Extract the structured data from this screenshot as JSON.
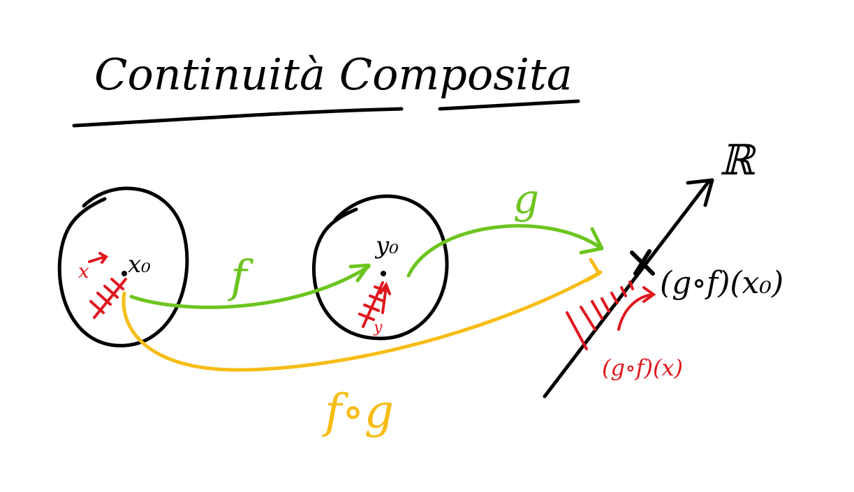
{
  "title": "Continuità Composita",
  "colors": {
    "ink": "#000000",
    "f_arrow": "#6cc51f",
    "g_arrow": "#6cc51f",
    "composite_arrow": "#f7bd16",
    "neighborhood": "#e0161e",
    "background": "#ffffff"
  },
  "labels": {
    "x0": "x₀",
    "x_near": "x",
    "y0": "y₀",
    "y_near": "y",
    "f": "f",
    "g": "g",
    "composite": "f∘g",
    "real_line": "ℝ",
    "image_x0": "(g∘f)(x₀)",
    "image_x": "(g∘f)(x)"
  }
}
